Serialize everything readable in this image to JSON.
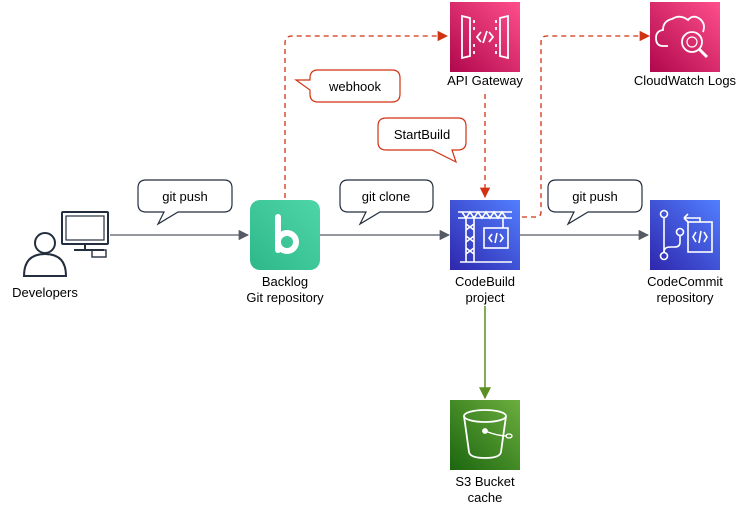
{
  "nodes": {
    "developers": {
      "label": "Developers"
    },
    "backlog": {
      "label_line1": "Backlog",
      "label_line2": "Git repository",
      "color": "#3ec99d"
    },
    "api_gateway": {
      "label": "API Gateway",
      "color": "#e7157b"
    },
    "cloudwatch": {
      "label": "CloudWatch Logs",
      "color": "#e7157b"
    },
    "codebuild": {
      "label_line1": "CodeBuild",
      "label_line2": "project",
      "color": "#3b48cc"
    },
    "codecommit": {
      "label_line1": "CodeCommit",
      "label_line2": "repository",
      "color": "#3b48cc"
    },
    "s3": {
      "label_line1": "S3 Bucket",
      "label_line2": "cache",
      "color": "#3f8624"
    }
  },
  "callouts": {
    "git_push_1": "git push",
    "git_clone": "git clone",
    "git_push_2": "git push",
    "webhook": "webhook",
    "start_build": "StartBuild"
  },
  "colors": {
    "solid_arrow": "#545b64",
    "dashed_arrow": "#d13212",
    "s3_arrow": "#5b8f22"
  }
}
